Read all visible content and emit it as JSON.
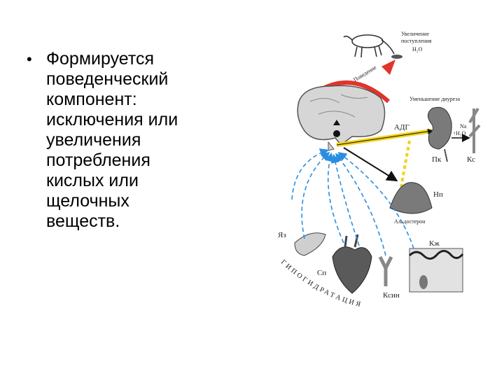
{
  "bullet": {
    "lines": [
      "Формируется",
      "поведенческий",
      "компонент:",
      "исключения или",
      "увеличения",
      "потребления",
      "кислых или",
      "щелочных",
      "веществ."
    ]
  },
  "diagram": {
    "labels": {
      "intake_line1": "Увеличение",
      "intake_line2": "поступления",
      "intake_line3": "H₂O",
      "behavior": "Поведение",
      "diuresis": "Уменьшение диуреза",
      "adh": "АДГ",
      "na": "Na",
      "h2o": "↑H₂O",
      "pk": "Пк",
      "ks": "Кс",
      "np": "Нп",
      "aldosterone": "Альдостерон",
      "yaz": "Яз",
      "sp": "Сп",
      "kzh": "Кж",
      "ksin": "Ксин",
      "hypo": "ГИПОГИДРАТАЦИЯ"
    },
    "colors": {
      "behavior_arrow": "#e2332a",
      "adh_arrow": "#f2d21a",
      "afferent_arrows": "#2a8ee0",
      "organ_fill": "#7a7a7a",
      "organ_dark": "#3a3a3a"
    }
  }
}
